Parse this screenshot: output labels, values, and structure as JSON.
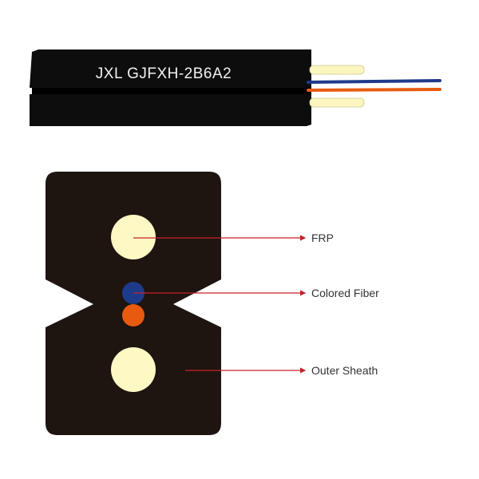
{
  "cable": {
    "model_label": "JXL GJFXH-2B6A2"
  },
  "cross_section": {
    "labels": {
      "frp": "FRP",
      "colored_fiber": "Colored Fiber",
      "outer_sheath": "Outer Sheath"
    }
  },
  "colors": {
    "sheath": "#1e1410",
    "frp": "#fdf8c4",
    "fiber_blue": "#1e3a8a",
    "fiber_orange": "#e85a10",
    "leader_line": "#c8202a"
  }
}
